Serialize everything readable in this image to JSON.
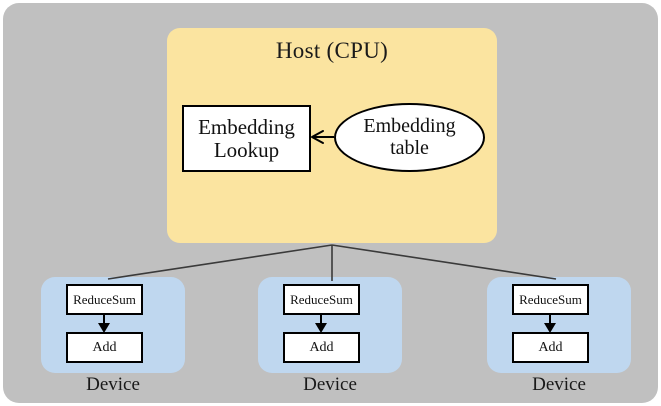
{
  "diagram": {
    "title": "Host (CPU) and Device distributed embedding diagram",
    "background_color": "#c0c0c0",
    "host": {
      "label": "Host (CPU)",
      "fill_color": "#fbe4a0",
      "nodes": [
        {
          "id": "embedding-lookup",
          "label": "Embedding\nLookup",
          "line1": "Embedding",
          "line2": "Lookup",
          "shape": "rectangle",
          "fill_color": "#ffffff"
        },
        {
          "id": "embedding-table",
          "label": "Embedding\ntable",
          "line1": "Embedding",
          "line2": "table",
          "shape": "ellipse",
          "fill_color": "#ffffff"
        }
      ],
      "edge": {
        "from": "embedding-table",
        "to": "embedding-lookup",
        "direction": "left",
        "arrowhead": "open"
      }
    },
    "devices": [
      {
        "id": "device-1",
        "label": "Device",
        "fill_color": "#bfd7ef",
        "ops": [
          {
            "id": "reduce-sum",
            "label": "ReduceSum"
          },
          {
            "id": "add",
            "label": "Add"
          }
        ],
        "edge": {
          "from": "reduce-sum",
          "to": "add",
          "direction": "down",
          "arrowhead": "filled"
        }
      },
      {
        "id": "device-2",
        "label": "Device",
        "fill_color": "#bfd7ef",
        "ops": [
          {
            "id": "reduce-sum",
            "label": "ReduceSum"
          },
          {
            "id": "add",
            "label": "Add"
          }
        ],
        "edge": {
          "from": "reduce-sum",
          "to": "add",
          "direction": "down",
          "arrowhead": "filled"
        }
      },
      {
        "id": "device-3",
        "label": "Device",
        "fill_color": "#bfd7ef",
        "ops": [
          {
            "id": "reduce-sum",
            "label": "ReduceSum"
          },
          {
            "id": "add",
            "label": "Add"
          }
        ],
        "edge": {
          "from": "reduce-sum",
          "to": "add",
          "direction": "down",
          "arrowhead": "filled"
        }
      }
    ],
    "fanout": {
      "from": "host",
      "to": [
        "device-1",
        "device-2",
        "device-3"
      ],
      "line_color": "#333333",
      "style": "plain"
    }
  }
}
